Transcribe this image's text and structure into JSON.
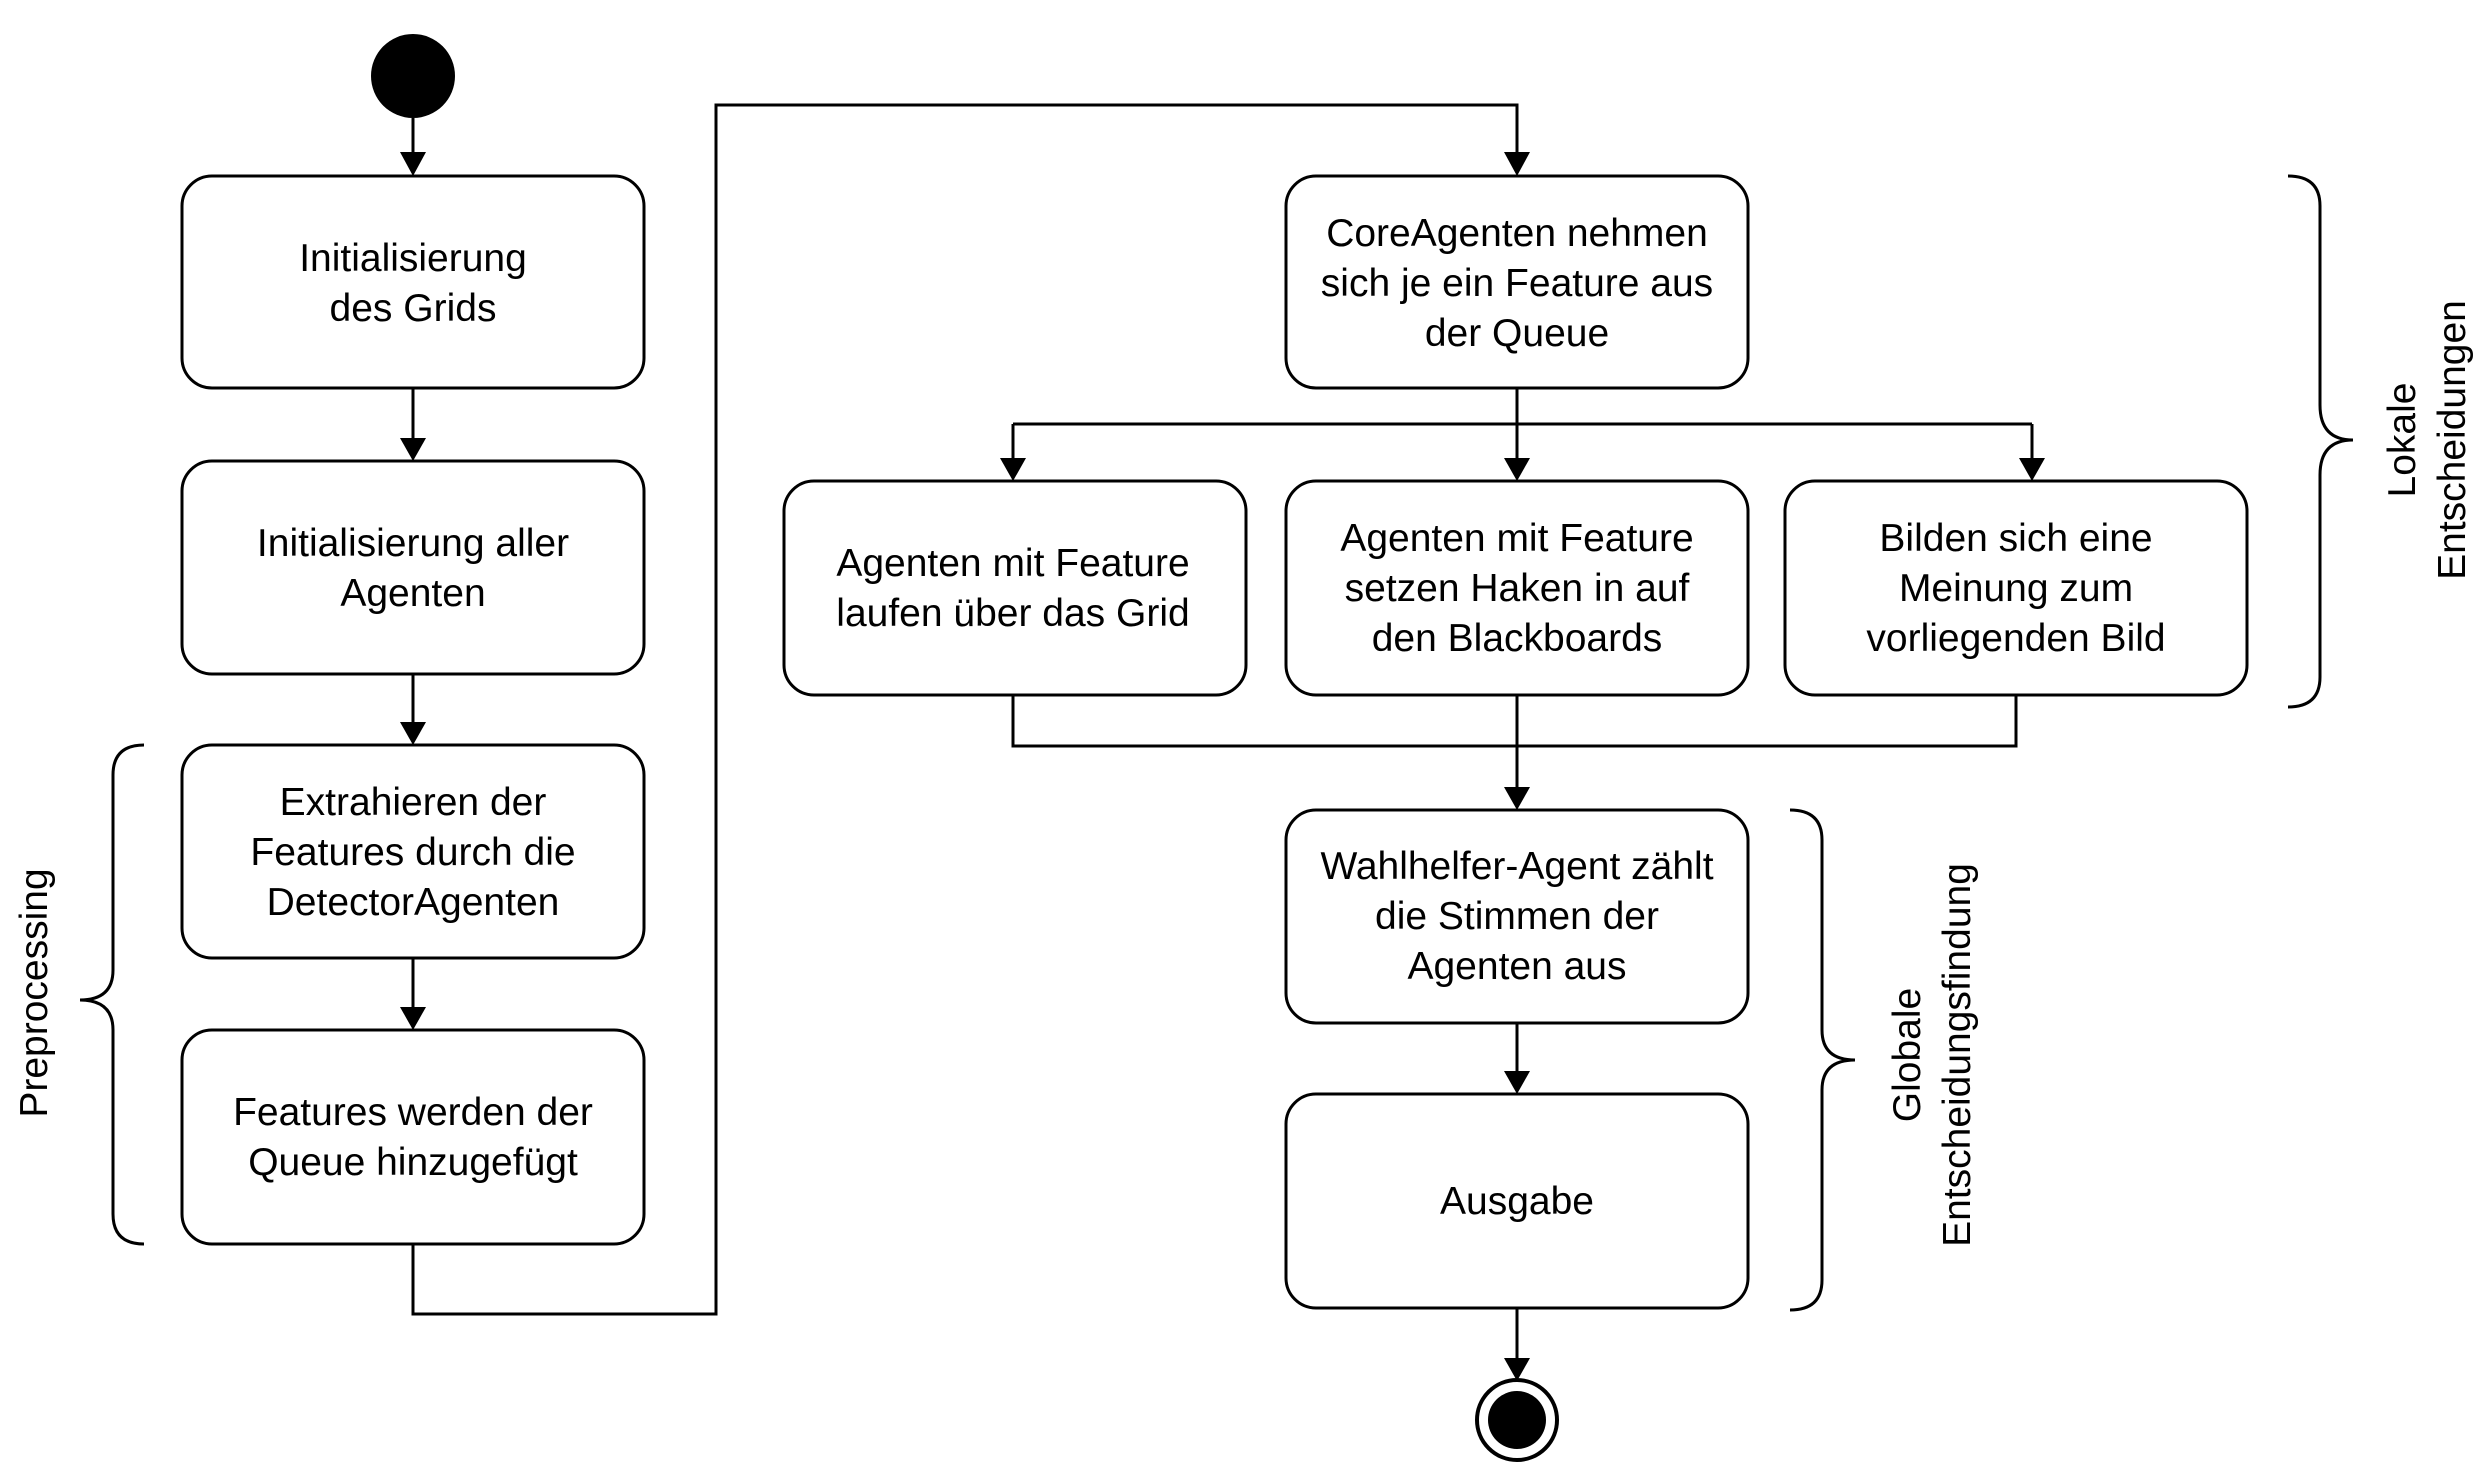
{
  "diagram": {
    "nodes": {
      "init_grid": [
        "Initialisierung",
        "des Grids"
      ],
      "init_agents": [
        "Initialisierung aller",
        "Agenten"
      ],
      "extract": [
        "Extrahieren der",
        "Features durch die",
        "DetectorAgenten"
      ],
      "queue_add": [
        "Features werden der",
        "Queue hinzugefügt"
      ],
      "core_take": [
        "CoreAgenten nehmen",
        "sich je ein Feature aus",
        "der Queue"
      ],
      "walk_grid": [
        "Agenten mit Feature",
        "laufen über das Grid"
      ],
      "set_marks": [
        "Agenten mit Feature",
        "setzen Haken in auf",
        "den Blackboards"
      ],
      "opinion": [
        "Bilden sich eine",
        "Meinung zum",
        "vorliegenden Bild"
      ],
      "count_votes": [
        "Wahlhelfer-Agent zählt",
        "die Stimmen der",
        "Agenten aus"
      ],
      "output": [
        "Ausgabe"
      ]
    },
    "braces": {
      "preprocessing": [
        "Preprocessing"
      ],
      "local": [
        "Lokale",
        "Entscheidungen"
      ],
      "global": [
        "Globale",
        "Entscheidungsfindung"
      ]
    },
    "edges": [
      [
        "start",
        "init_grid"
      ],
      [
        "init_grid",
        "init_agents"
      ],
      [
        "init_agents",
        "extract"
      ],
      [
        "extract",
        "queue_add"
      ],
      [
        "queue_add",
        "core_take"
      ],
      [
        "core_take",
        "walk_grid"
      ],
      [
        "core_take",
        "set_marks"
      ],
      [
        "core_take",
        "opinion"
      ],
      [
        "walk_grid",
        "count_votes"
      ],
      [
        "set_marks",
        "count_votes"
      ],
      [
        "opinion",
        "count_votes"
      ],
      [
        "count_votes",
        "output"
      ],
      [
        "output",
        "end"
      ]
    ]
  }
}
